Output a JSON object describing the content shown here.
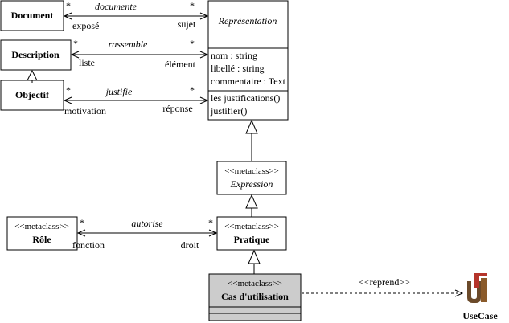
{
  "classes": {
    "document": {
      "name": "Document"
    },
    "description": {
      "name": "Description"
    },
    "objectif": {
      "name": "Objectif"
    },
    "representation": {
      "name": "Représentation",
      "attributes": [
        "nom : string",
        "libellé : string",
        "commentaire : Text"
      ],
      "operations": [
        "les justifications()",
        "justifier()"
      ]
    },
    "expression": {
      "stereotype": "<<metaclass>>",
      "name": "Expression"
    },
    "role": {
      "stereotype": "<<metaclass>>",
      "name": "Rôle"
    },
    "pratique": {
      "stereotype": "<<metaclass>>",
      "name": "Pratique"
    },
    "cas_utilisation": {
      "stereotype": "<<metaclass>>",
      "name": "Cas d'utilisation",
      "fill": "#cccccc"
    }
  },
  "associations": {
    "documente": {
      "name": "documente",
      "source_mult": "*",
      "target_mult": "*",
      "source_role": "exposé",
      "target_role": "sujet"
    },
    "rassemble": {
      "name": "rassemble",
      "source_mult": "*",
      "target_mult": "*",
      "source_role": "liste",
      "target_role": "élément"
    },
    "justifie": {
      "name": "justifie",
      "source_mult": "*",
      "target_mult": "*",
      "source_role": "motivation",
      "target_role": "réponse"
    },
    "autorise": {
      "name": "autorise",
      "source_mult": "*",
      "target_mult": "*",
      "source_role": "fonction",
      "target_role": "droit"
    }
  },
  "dependency": {
    "label": "<<reprend>>"
  },
  "external": {
    "name": "UseCase",
    "icon": "uml-logo-icon"
  },
  "colors": {
    "stroke": "#000000",
    "highlight_fill": "#cccccc",
    "logo_dark": "#6b4a2a",
    "logo_red": "#b5342a"
  }
}
